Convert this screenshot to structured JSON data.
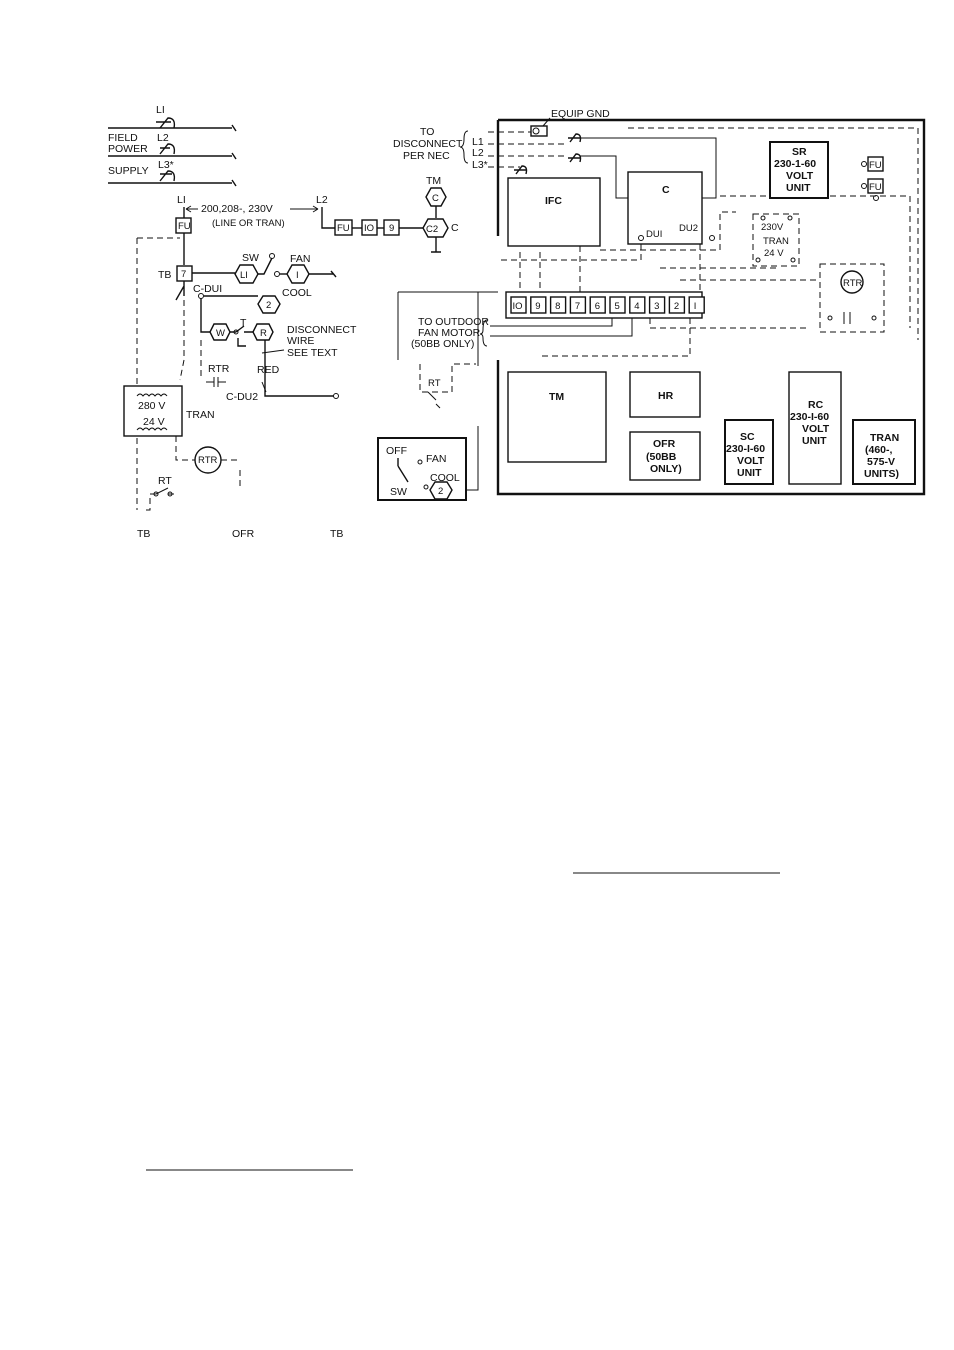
{
  "left": {
    "supply": {
      "l1": "LI",
      "l2": "L2",
      "l3": "L3*",
      "field": "FIELD",
      "power": "POWER",
      "supply": "SUPPLY"
    },
    "voltage": "200,208-, 230V",
    "voltage_note": "(LINE OR TRAN)",
    "l1_top": "LI",
    "l2_top": "L2",
    "fu": "FU",
    "t10": "IO",
    "t9": "9",
    "tm": "TM",
    "c": "C",
    "c2": "C2",
    "c_right": "C",
    "tb": "TB",
    "tb7": "7",
    "sw": "SW",
    "l1c": "LI",
    "fan": "FAN",
    "one": "I",
    "cdu1": "C-DUI",
    "two": "2",
    "cool": "COOL",
    "w": "W",
    "t": "T",
    "r": "R",
    "disc1": "DISCONNECT",
    "disc2": "WIRE",
    "disc3": "SEE TEXT",
    "rtr": "RTR",
    "red": "RED",
    "cdu2": "C-DU2",
    "v280": "280 V",
    "v24": "24 V",
    "tran": "TRAN",
    "rtr_circle": "RTR",
    "rt": "RT",
    "bottom_tb1": "TB",
    "bottom_ofr": "OFR",
    "bottom_tb2": "TB"
  },
  "right": {
    "equip_gnd": "EQUIP GND",
    "to": "TO",
    "disconnect": "DISCONNECT",
    "per_nec": "PER NEC",
    "l1": "L1",
    "l2": "L2",
    "l3": "L3*",
    "ifc": "IFC",
    "c": "C",
    "du1": "DUI",
    "du2": "DU2",
    "sr": [
      "SR",
      "230-1-60",
      "VOLT",
      "UNIT"
    ],
    "fu1": "FU",
    "fu2": "FU",
    "tran_v": [
      "230V",
      "TRAN",
      "24 V"
    ],
    "rtr": "RTR",
    "terminals": [
      "IO",
      "9",
      "8",
      "7",
      "6",
      "5",
      "4",
      "3",
      "2",
      "I"
    ],
    "outdoor": [
      "TO OUTDOOR",
      "FAN MOTOR",
      "(50BB ONLY)"
    ],
    "rt": "RT",
    "tm": "TM",
    "hr": "HR",
    "ofr": [
      "OFR",
      "(50BB",
      "ONLY)"
    ],
    "sc": [
      "SC",
      "230-I-60",
      "VOLT",
      "UNIT"
    ],
    "rc": [
      "RC",
      "230-I-60",
      "VOLT",
      "UNIT"
    ],
    "tran_box": [
      "TRAN",
      "(460-,",
      "575-V",
      "UNITS)"
    ],
    "sw_off": "OFF",
    "sw_fan": "FAN",
    "sw_cool": "COOL",
    "sw": "SW",
    "sw_two": "2"
  }
}
